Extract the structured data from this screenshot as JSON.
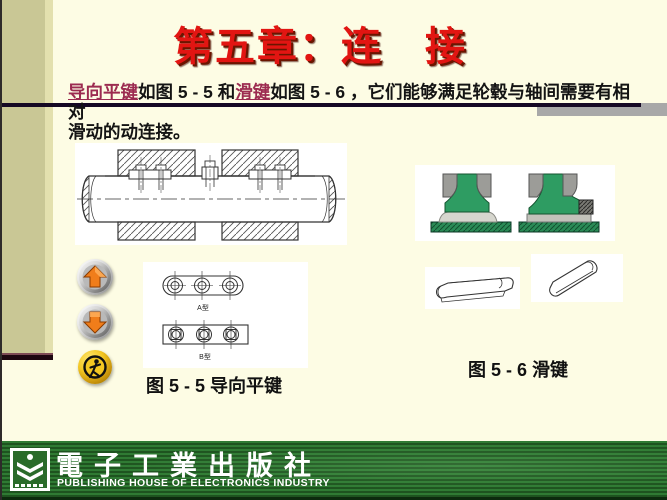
{
  "slide": {
    "title": "第五章：连　接",
    "paragraph": {
      "keyword1": "导向平键",
      "mid1": "如图 5 - 5 和",
      "keyword2": "滑键",
      "mid2": "如图 5 - 6 ，它们能够满足轮毂与轴间需要有相对",
      "line2": "滑动的动连接。"
    },
    "figures": {
      "fig55_caption": "图 5 - 5 导向平键",
      "fig56_caption": "图 5 - 6 滑键",
      "type_a_label": "A型",
      "type_b_label": "B型"
    }
  },
  "nav": {
    "icons": {
      "up": "up-arrow-icon",
      "down": "down-arrow-icon",
      "exit": "walking-man-icon"
    }
  },
  "footer": {
    "publisher_cn": "電子工業出版社",
    "publisher_en": "PUBLISHING HOUSE OF ELECTRONICS INDUSTRY"
  },
  "colors": {
    "slide_bg": "#fdfce4",
    "sidebar_olive": "#c9c795",
    "title_red": "#e21512",
    "keyword_maroon": "#9c2b50",
    "rule_dark": "#150824",
    "rule_shadow_gray": "#a8a8a8",
    "banner_green": "#266428",
    "button_orange": "#f07d1a",
    "button_gold": "#f3c723",
    "diagram_green": "#2e9c62"
  }
}
